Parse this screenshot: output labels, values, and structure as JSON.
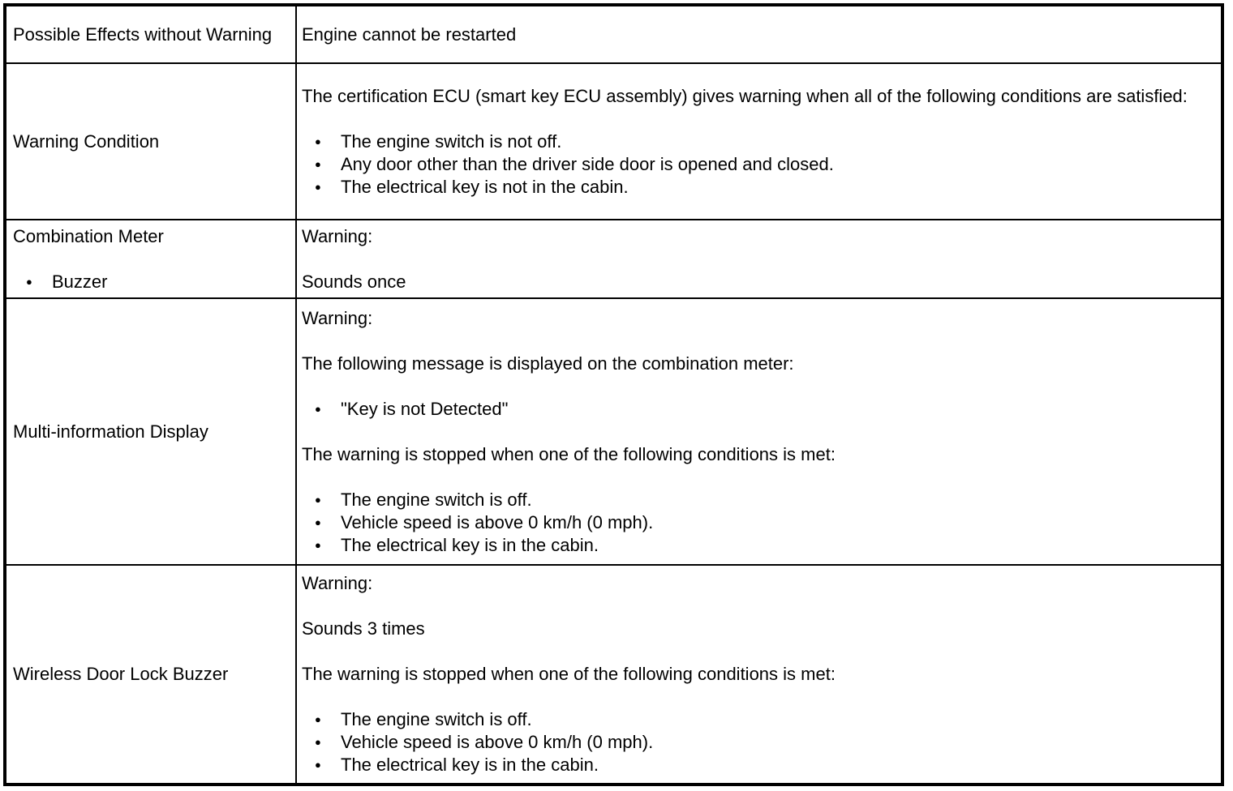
{
  "glyphs": {
    "bullet": "●"
  },
  "colors": {
    "text": "#000000",
    "border": "#000000",
    "background": "#ffffff"
  },
  "table": {
    "rows": [
      {
        "label": {
          "title": "Possible Effects without Warning",
          "bullets": []
        },
        "content": [
          {
            "type": "p",
            "text": "Engine cannot be restarted"
          }
        ]
      },
      {
        "label": {
          "title": "Warning Condition",
          "bullets": []
        },
        "content": [
          {
            "type": "p",
            "text": "The certification ECU (smart key ECU assembly) gives warning when all of the following conditions are satisfied:"
          },
          {
            "type": "ul",
            "items": [
              "The engine switch is not off.",
              "Any door other than the driver side door is opened and closed.",
              "The electrical key is not in the cabin."
            ]
          }
        ]
      },
      {
        "label": {
          "title": "Combination Meter",
          "bullets": [
            "Buzzer"
          ]
        },
        "content": [
          {
            "type": "p",
            "text": "Warning:"
          },
          {
            "type": "p",
            "text": "Sounds once"
          }
        ]
      },
      {
        "label": {
          "title": "Multi-information Display",
          "bullets": []
        },
        "content": [
          {
            "type": "p",
            "text": "Warning:"
          },
          {
            "type": "p",
            "text": "The following message is displayed on the combination meter:"
          },
          {
            "type": "ul",
            "items": [
              "\"Key is not Detected\""
            ]
          },
          {
            "type": "p",
            "text": "The warning is stopped when one of the following conditions is met:"
          },
          {
            "type": "ul",
            "items": [
              "The engine switch is off.",
              "Vehicle speed is above 0 km/h (0 mph).",
              "The electrical key is in the cabin."
            ]
          }
        ]
      },
      {
        "label": {
          "title": "Wireless Door Lock Buzzer",
          "bullets": []
        },
        "content": [
          {
            "type": "p",
            "text": "Warning:"
          },
          {
            "type": "p",
            "text": "Sounds 3 times"
          },
          {
            "type": "p",
            "text": "The warning is stopped when one of the following conditions is met:"
          },
          {
            "type": "ul",
            "items": [
              "The engine switch is off.",
              "Vehicle speed is above 0 km/h (0 mph).",
              "The electrical key is in the cabin."
            ]
          }
        ]
      }
    ]
  }
}
